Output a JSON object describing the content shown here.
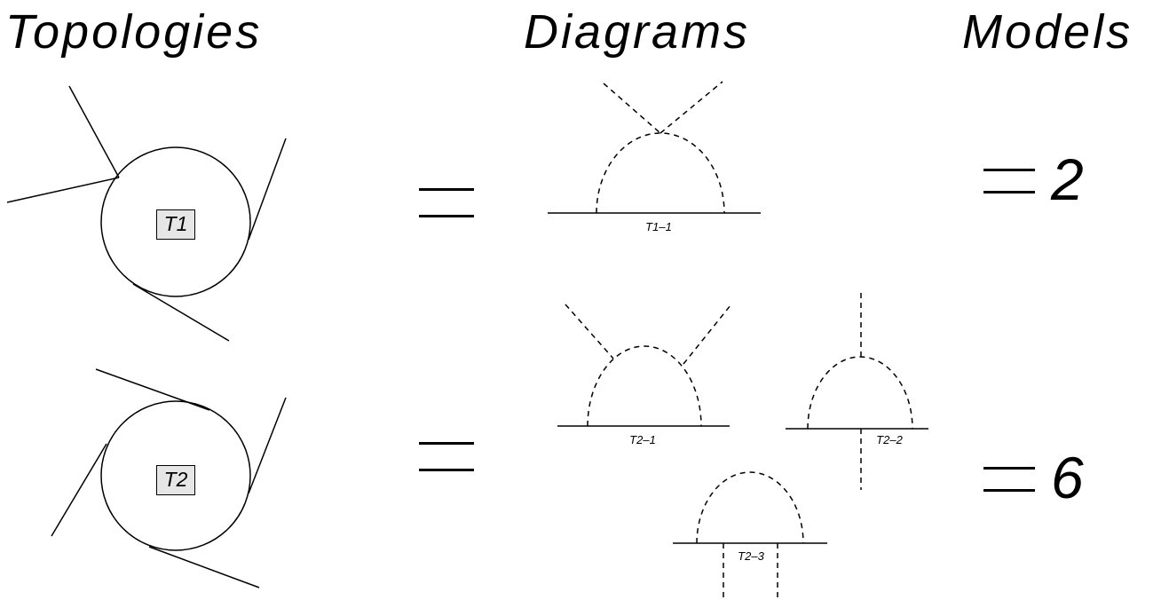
{
  "headers": {
    "topologies": "Topologies",
    "diagrams": "Diagrams",
    "models": "Models"
  },
  "rows": [
    {
      "topology_label": "T1",
      "diagram_labels": [
        "T1–1"
      ],
      "models_count": "2"
    },
    {
      "topology_label": "T2",
      "diagram_labels": [
        "T2–1",
        "T2–2",
        "T2–3"
      ],
      "models_count": "6"
    }
  ],
  "colors": {
    "ink": "#000000",
    "label_box_fill": "#e6e6e6",
    "background": "#ffffff"
  }
}
